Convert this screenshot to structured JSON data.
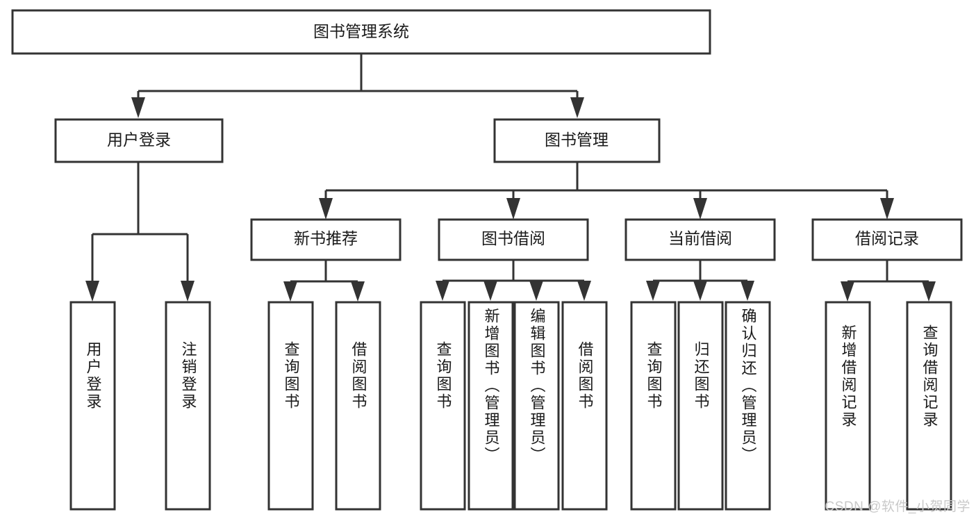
{
  "diagram": {
    "type": "tree-hierarchy-diagram",
    "title": "图书管理系统",
    "watermark": "CSDN @软件_小贺同学",
    "colors": {
      "background": "#ffffff",
      "box_stroke": "#333333",
      "connector": "#333333",
      "text": "#1a1a1a",
      "watermark": "#c9c9c9"
    },
    "root": {
      "label": "图书管理系统"
    },
    "level2": [
      {
        "label": "用户登录"
      },
      {
        "label": "图书管理"
      }
    ],
    "level3": [
      {
        "label": "新书推荐"
      },
      {
        "label": "图书借阅"
      },
      {
        "label": "当前借阅"
      },
      {
        "label": "借阅记录"
      }
    ],
    "leaves": {
      "user_login": [
        {
          "label": "用户登录"
        },
        {
          "label": "注销登录"
        }
      ],
      "new_book_recommend": [
        {
          "label": "查询图书"
        },
        {
          "label": "借阅图书"
        }
      ],
      "book_borrow": [
        {
          "label": "查询图书"
        },
        {
          "label": "新增图书（管理员）"
        },
        {
          "label": "编辑图书（管理员）"
        },
        {
          "label": "借阅图书"
        }
      ],
      "current_borrow": [
        {
          "label": "查询图书"
        },
        {
          "label": "归还图书"
        },
        {
          "label": "确认归还（管理员）"
        }
      ],
      "borrow_record": [
        {
          "label": "新增借阅记录"
        },
        {
          "label": "查询借阅记录"
        }
      ]
    }
  }
}
